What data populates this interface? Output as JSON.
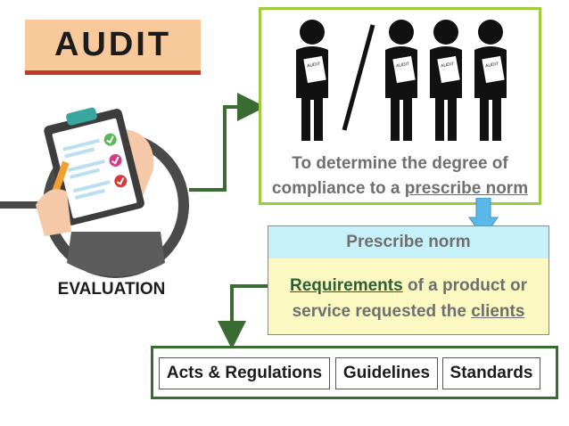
{
  "audit_title": "AUDIT",
  "evaluation_label": "EVALUATION",
  "definition": {
    "line1": "To determine the degree of",
    "line2_prefix": "compliance to a ",
    "line2_link": "prescribe norm"
  },
  "prescribe_norm": {
    "header": "Prescribe norm",
    "line1_emph": "Requirements",
    "line1_rest": " of a product or",
    "line2_prefix": "service requested the ",
    "line2_link": "clients"
  },
  "norm_types": [
    "Acts & Regulations",
    "Guidelines",
    "Standards"
  ],
  "document_label": "AUDIT",
  "colors": {
    "title_bg": "#f8c99a",
    "title_underline": "#c0392b",
    "definition_border": "#9ccb3d",
    "connector_green": "#3a6b32",
    "arrow_blue": "#5bb9ea",
    "norm_header_bg": "#c7f1f9",
    "norm_body_bg": "#fbf8c2"
  },
  "icons": [
    "clipboard-checklist-icon",
    "auditor-figure-icon",
    "down-arrow-icon"
  ]
}
